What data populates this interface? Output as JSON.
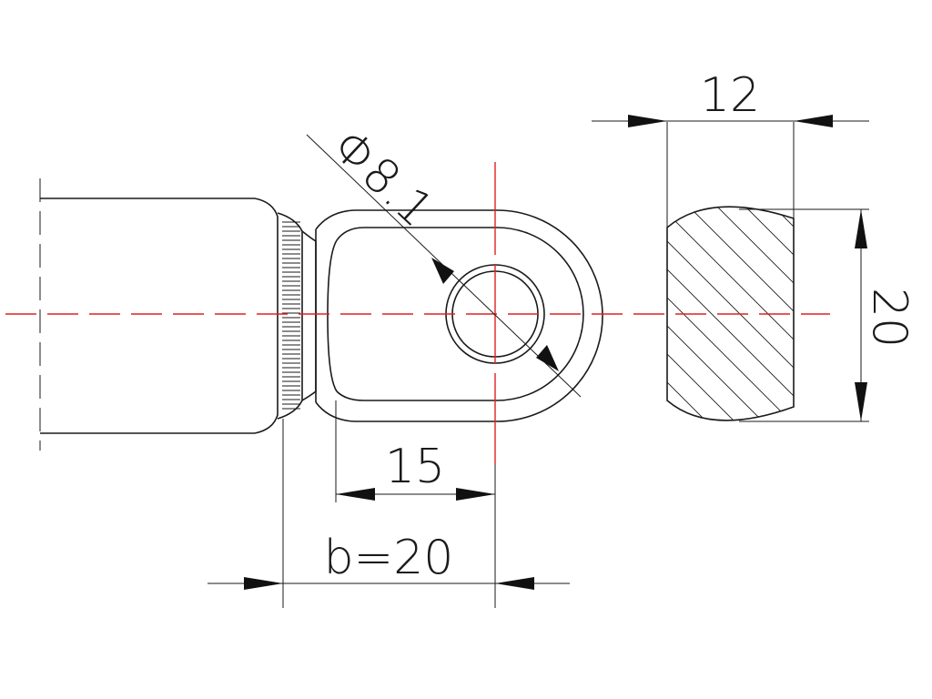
{
  "dimensions": {
    "width_top": "12",
    "height_right": "20",
    "diameter": "Φ8.1",
    "hole_offset": "15",
    "overall": "b=20"
  },
  "colors": {
    "outline": "#1a1a1a",
    "centerline": "#e02020",
    "arrowhead": "#111111"
  }
}
